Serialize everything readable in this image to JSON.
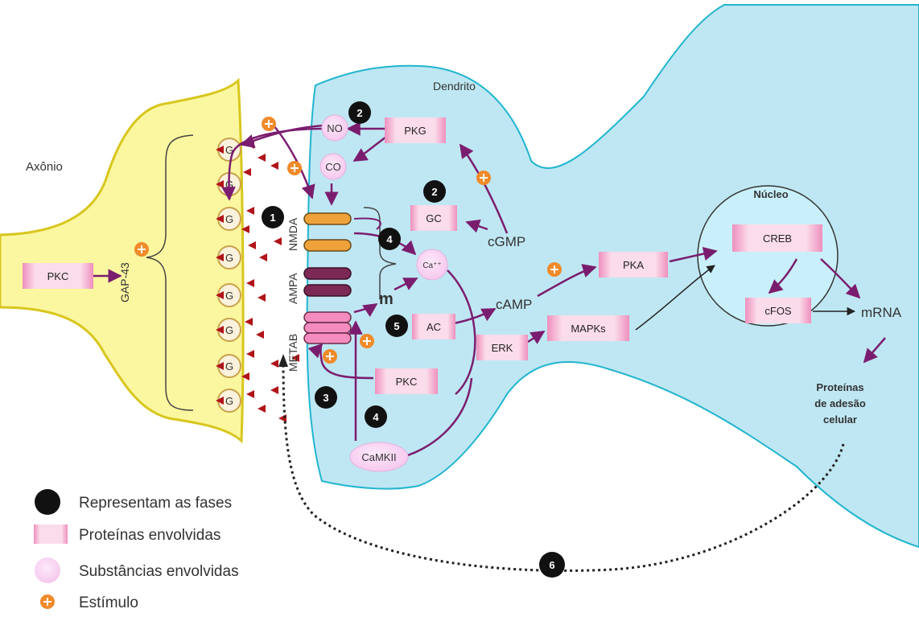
{
  "labels": {
    "axon": "Axônio",
    "dendrite": "Dendrito",
    "nucleus": "Núcleo",
    "gap43": "GAP-43",
    "nmda": "NMDA",
    "ampa": "AMPA",
    "metab": "METAB",
    "cgmp": "cGMP",
    "camp": "cAMP",
    "mrna": "mRNA",
    "glutamate": "G",
    "adhesion_line1": "Proteínas",
    "adhesion_line2": "de adesão",
    "adhesion_line3": "celular",
    "m_symbol": "m"
  },
  "proteins": {
    "pkc_axon": "PKC",
    "pkg": "PKG",
    "gc": "GC",
    "pka": "PKA",
    "creb": "CREB",
    "cfos": "cFOS",
    "ac": "AC",
    "erk": "ERK",
    "mapks": "MAPKs",
    "pkc_dendrite": "PKC"
  },
  "substances": {
    "no": "NO",
    "co": "CO",
    "ca": "Ca⁺⁺",
    "camkii": "CaMKII"
  },
  "phases": {
    "p1": "1",
    "p2a": "2",
    "p2b": "2",
    "p3": "3",
    "p4a": "4",
    "p4b": "4",
    "p5": "5",
    "p6": "6"
  },
  "legend": {
    "phases": "Representam as fases",
    "proteins": "Proteínas envolvidas",
    "substances": "Substâncias envolvidas",
    "stimulus": "Estímulo"
  },
  "colors": {
    "axon_fill": "#fbf7a0",
    "axon_stroke": "#d8c61e",
    "dendrite_fill": "#bfe7f3",
    "dendrite_stroke": "#21b5cf",
    "nucleus_fill": "#c9f0fa",
    "protein_pink": "#f6b6d3",
    "substance_pink": "#f9d2f1",
    "arrow": "#7b1d6f",
    "stimulus_orange": "#f08a2a",
    "receptor_orange": "#f0a23a",
    "receptor_dark": "#7c2a55",
    "receptor_pink": "#f48cbf",
    "triangle_red": "#b01418"
  }
}
